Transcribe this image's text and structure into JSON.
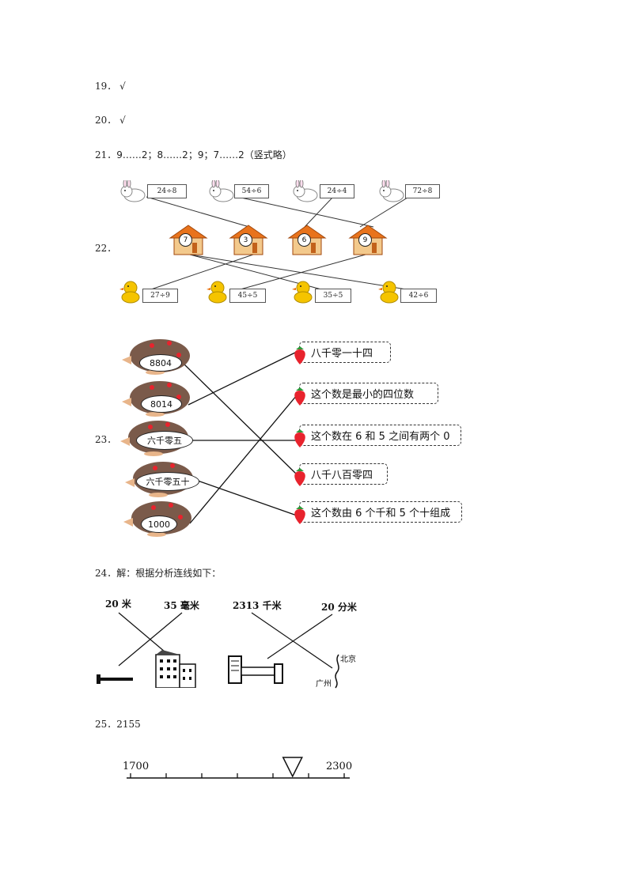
{
  "q19": {
    "num": "19．",
    "answer": "√"
  },
  "q20": {
    "num": "20．",
    "answer": "√"
  },
  "q21": {
    "num": "21．",
    "text": "9……2；8……2；9；7……2（竖式略）"
  },
  "q22": {
    "num": "22．",
    "rabbits": [
      "24÷8",
      "54÷6",
      "24÷4",
      "72÷8"
    ],
    "houses": [
      "7",
      "3",
      "6",
      "9"
    ],
    "chicks": [
      "27÷9",
      "45÷5",
      "35÷5",
      "42÷6"
    ]
  },
  "q23": {
    "num": "23．",
    "hedgehogs": [
      "8804",
      "8014",
      "六千零五",
      "六千零五十",
      "1000"
    ],
    "descriptions": [
      "八千零一十四",
      "这个数是最小的四位数",
      "这个数在 6 和 5 之间有两个 0",
      "八千八百零四",
      "这个数由 6 个千和 5 个十组成"
    ]
  },
  "q24": {
    "num": "24．",
    "text": "解：根据分析连线如下：",
    "labels": [
      "20 米",
      "35 毫米",
      "2313 千米",
      "20 分米"
    ],
    "map_labels": [
      "北京",
      "广州"
    ]
  },
  "q25": {
    "num": "25．",
    "answer": "2155",
    "scale_start": "1700",
    "scale_end": "2300",
    "marker_value": 2155
  },
  "colors": {
    "house_roof": "#e8731c",
    "strawberry": "#e8232d",
    "hedgehog": "#7a5a4a",
    "chick": "#f5c400"
  }
}
